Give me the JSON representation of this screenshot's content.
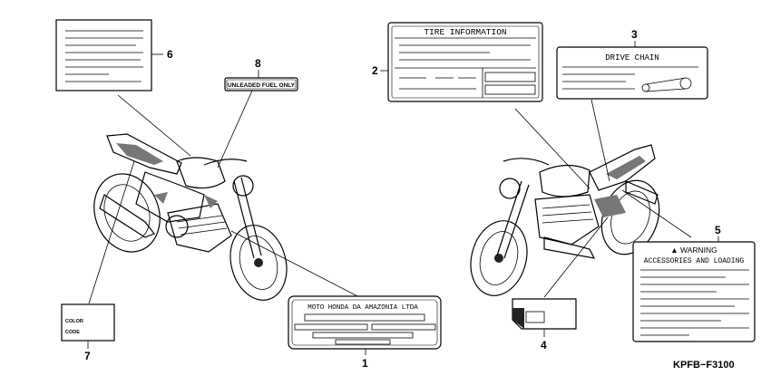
{
  "diagram_code": "KPFB−F3100",
  "callouts": [
    "1",
    "2",
    "3",
    "4",
    "5",
    "6",
    "7",
    "8"
  ],
  "labels": {
    "tire_information": "TIRE INFORMATION",
    "drive_chain": "DRIVE CHAIN",
    "unleaded_fuel": "UNLEADED FUEL ONLY",
    "warning": "▲ WARNING",
    "accessories": "ACCESSORIES AND LOADING",
    "moto_honda": "MOTO HONDA DA AMAZONIA LTDA",
    "color": "COLOR",
    "code": "CODE"
  }
}
